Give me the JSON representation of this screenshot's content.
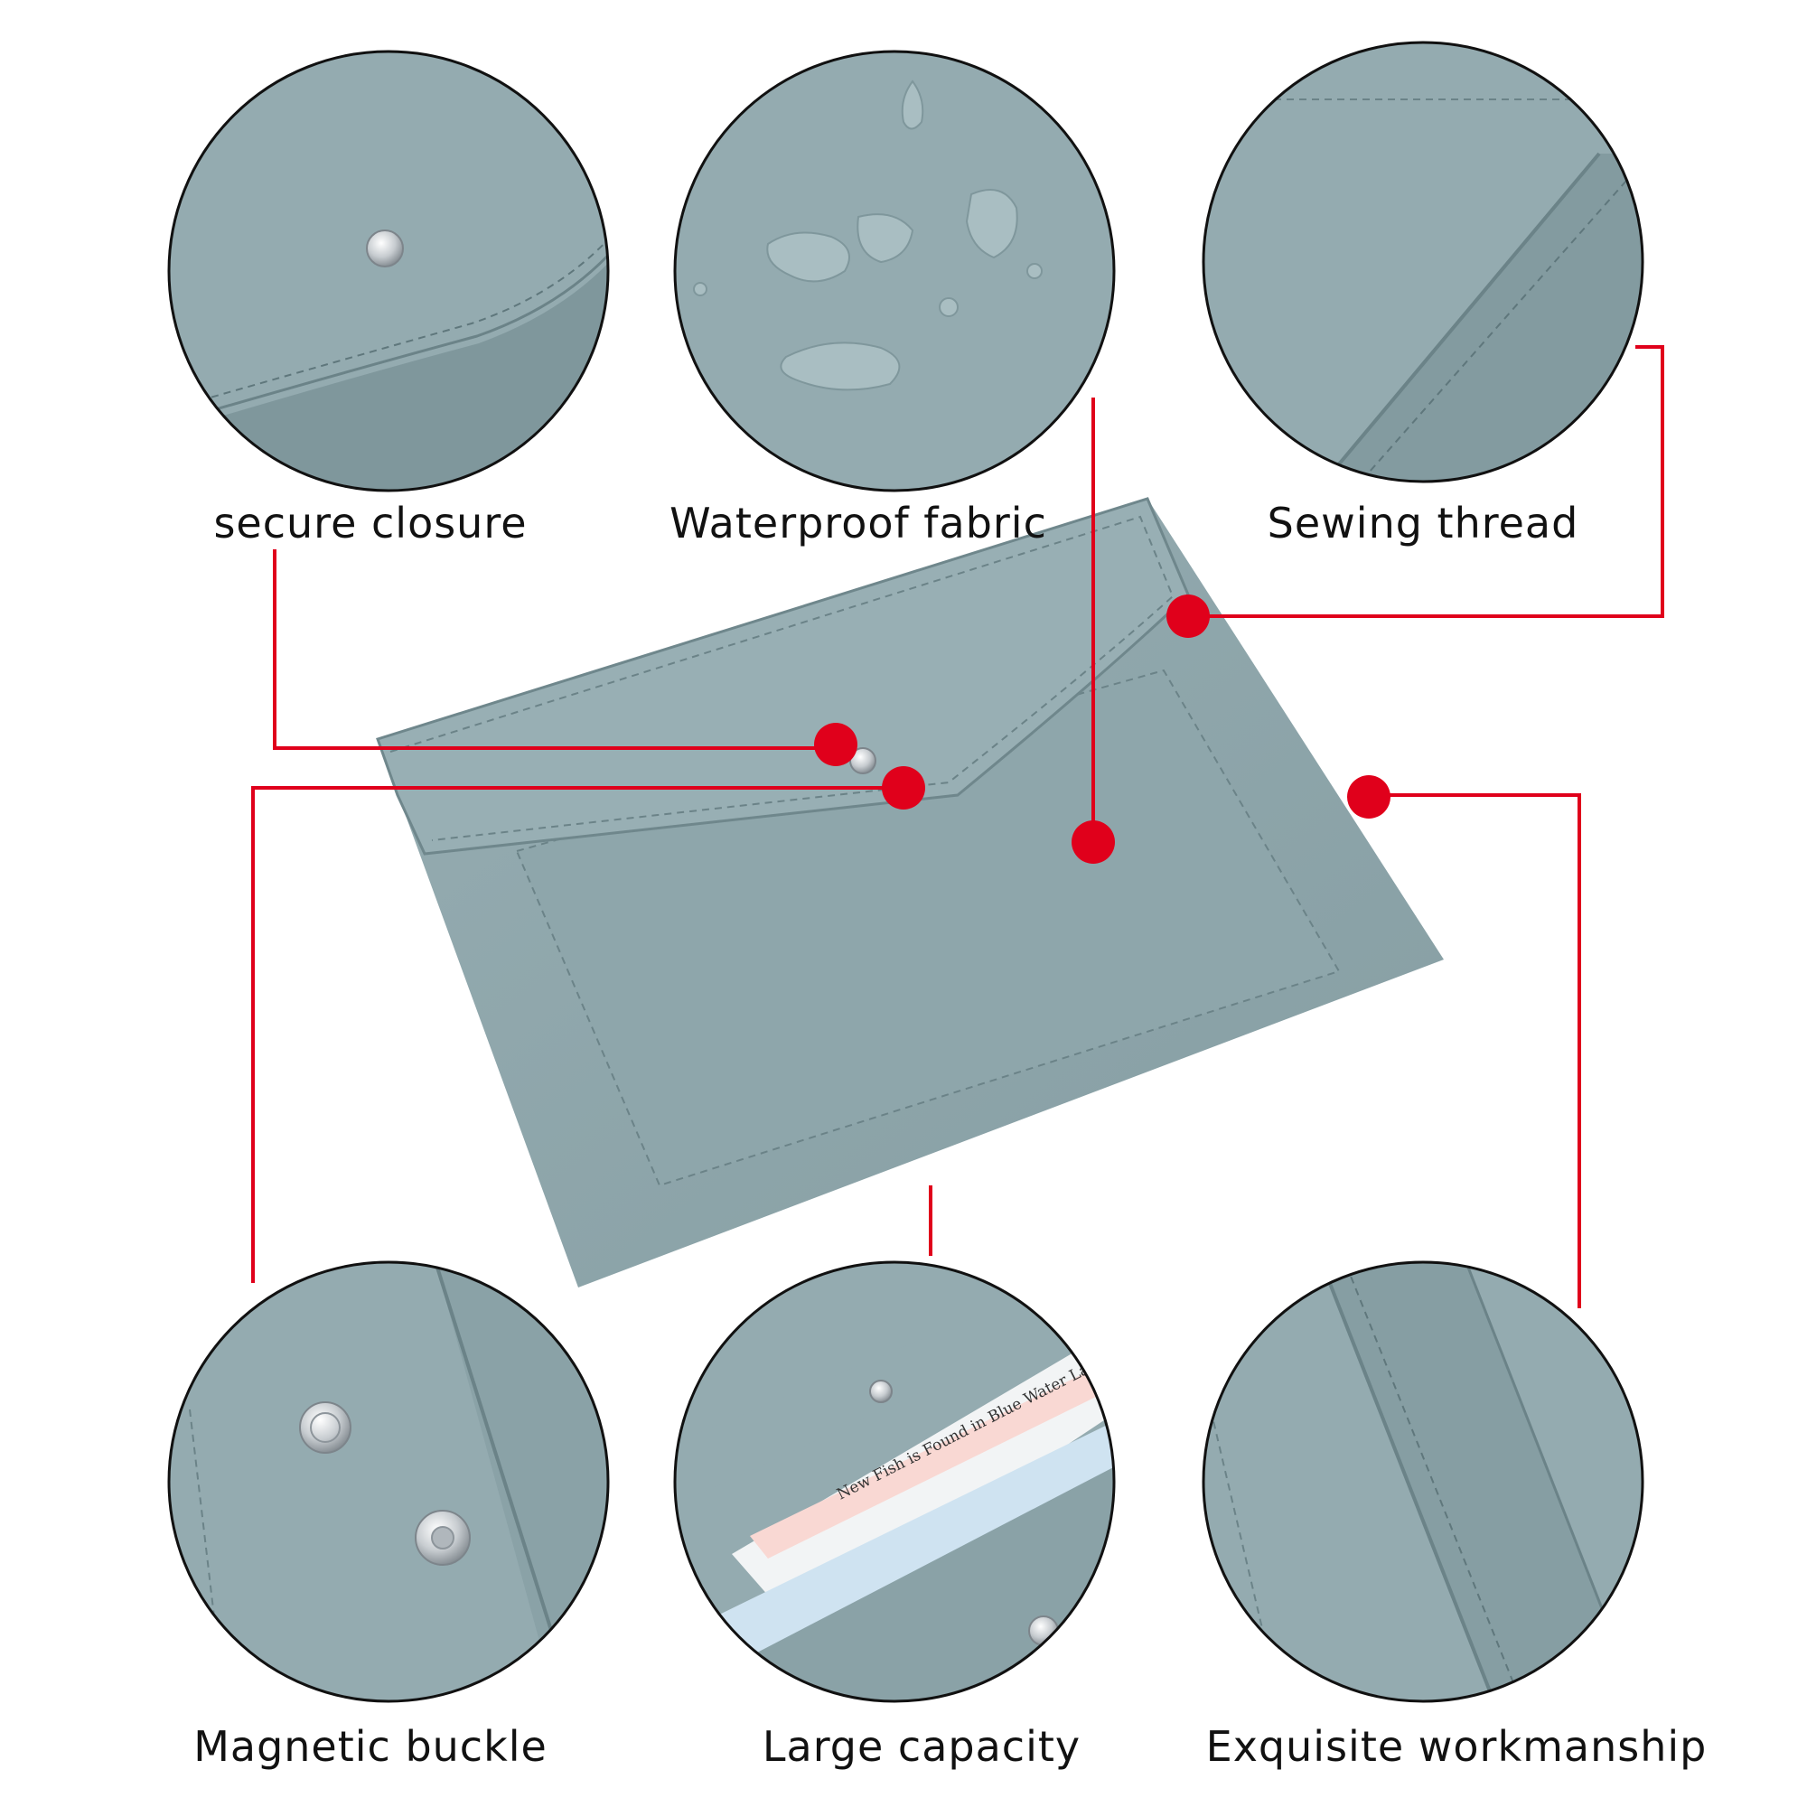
{
  "colors": {
    "leather": "#8fa7ac",
    "leather_dark": "#7a9297",
    "leather_light": "#a6bbbf",
    "stitch": "#6b8388",
    "callout": "#e0001b",
    "circle_border": "#111111",
    "metal": "#cfd3d6"
  },
  "features": {
    "secure_closure": "secure closure",
    "waterproof_fabric": "Waterproof fabric",
    "sewing_thread": "Sewing thread",
    "magnetic_buckle": "Magnetic buckle",
    "large_capacity": "Large capacity",
    "exquisite_workmanship": "Exquisite workmanship"
  },
  "insert_text": "New Fish is Found in Blue Water Lake"
}
